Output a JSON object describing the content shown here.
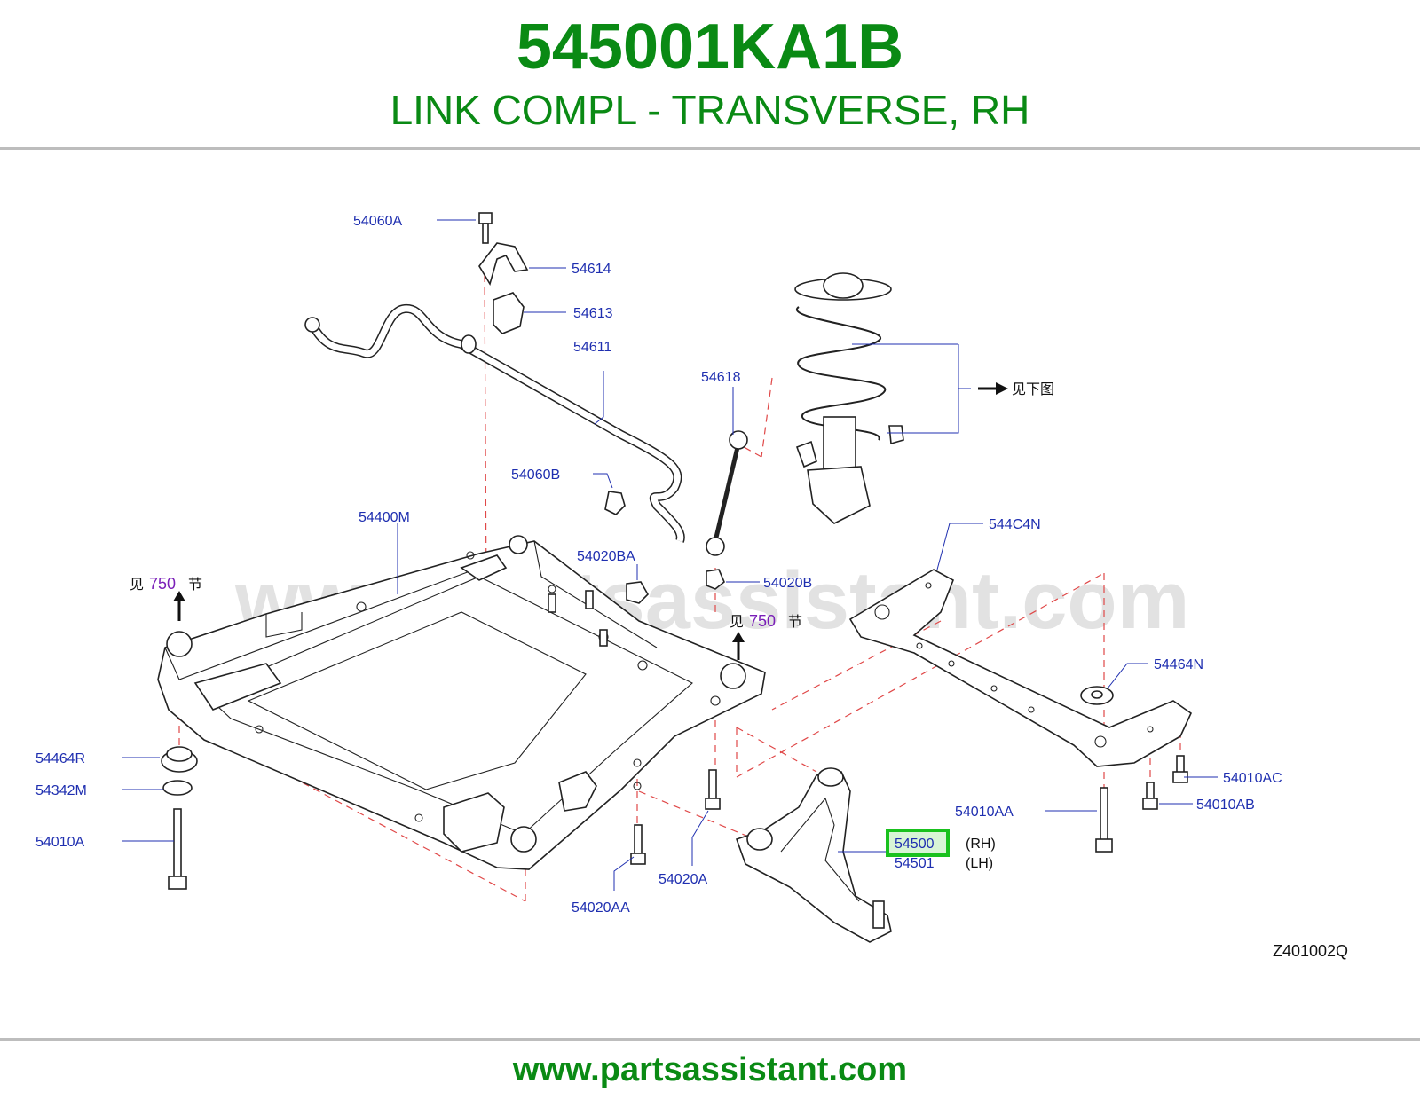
{
  "header": {
    "part_number": "545001KA1B",
    "description": "LINK COMPL - TRANSVERSE, RH"
  },
  "footer": {
    "url": "www.partsassistant.com"
  },
  "diagram": {
    "watermark": "www.partsassistant.com",
    "code": "Z401002Q",
    "see_below_label": "见下图",
    "section_refs": [
      {
        "prefix": "见",
        "number": "750",
        "suffix": "节"
      },
      {
        "prefix": "见",
        "number": "750",
        "suffix": "节"
      }
    ],
    "callouts": {
      "p54060A": "54060A",
      "p54614": "54614",
      "p54613": "54613",
      "p54611": "54611",
      "p54618": "54618",
      "p54060B": "54060B",
      "p54400M": "54400M",
      "p54020BA": "54020BA",
      "p54020B": "54020B",
      "p544C4N": "544C4N",
      "p54464N": "54464N",
      "p54464R": "54464R",
      "p54342M": "54342M",
      "p54010A": "54010A",
      "p54010AC": "54010AC",
      "p54010AB": "54010AB",
      "p54010AA": "54010AA",
      "p54500": "54500",
      "p54500_side": "(RH)",
      "p54501": "54501",
      "p54501_side": "(LH)",
      "p54020A": "54020A",
      "p54020AA": "54020AA"
    },
    "highlight_color": "#19c11e",
    "callout_color": "#1f2fb0"
  }
}
